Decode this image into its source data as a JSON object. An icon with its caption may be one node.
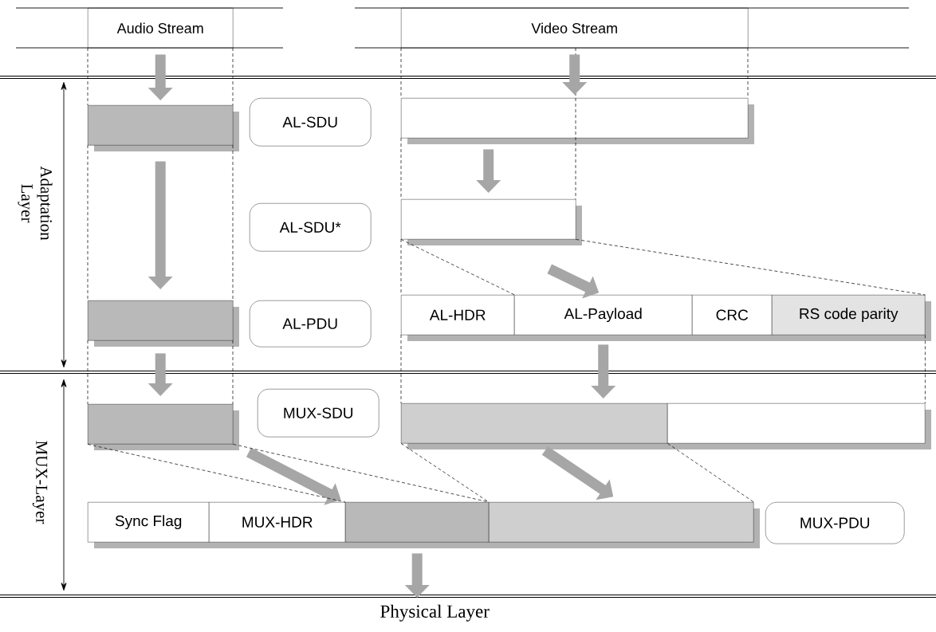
{
  "diagram": {
    "nodes": [
      {
        "text": [
          "Audio Stream"
        ]
      },
      {
        "text": [
          "Video Stream"
        ]
      },
      {
        "text": [],
        "shape": "bar"
      },
      {
        "text": [
          "AL-SDU"
        ]
      },
      {
        "text": [],
        "shape": "bar"
      },
      {
        "text": [
          "AL-SDU*"
        ]
      },
      {
        "text": [],
        "shape": "bar"
      },
      {
        "text": [],
        "shape": "bar"
      },
      {
        "text": [
          "AL-PDU"
        ]
      },
      {
        "text": [
          "AL-HDR"
        ]
      },
      {
        "text": [
          "AL-Payload"
        ]
      },
      {
        "text": [
          "CRC"
        ]
      },
      {
        "text": [
          "RS code parity"
        ]
      },
      {
        "text": [
          "MUX-SDU"
        ]
      },
      {
        "text": [],
        "shape": "bar"
      },
      {
        "text": [],
        "shape": "bar"
      },
      {
        "text": [],
        "shape": "bar"
      },
      {
        "text": [
          "Sync Flag"
        ]
      },
      {
        "text": [
          "MUX-HDR"
        ]
      },
      {
        "text": [],
        "shape": "bar"
      },
      {
        "text": [],
        "shape": "bar"
      },
      {
        "text": [
          "MUX-PDU"
        ]
      },
      {
        "text": [
          "Physical Layer"
        ]
      }
    ],
    "edges": [
      {
        "from": 0,
        "to": 2,
        "arrow": "to"
      },
      {
        "from": 1,
        "to": 4,
        "arrow": "to"
      },
      {
        "from": 2,
        "to": 7,
        "arrow": "to"
      },
      {
        "from": 4,
        "to": 6,
        "arrow": "to"
      },
      {
        "from": 6,
        "to": 10,
        "arrow": "to"
      },
      {
        "from": 7,
        "to": 14,
        "arrow": "to"
      },
      {
        "from": 10,
        "to": 15,
        "arrow": "to"
      },
      {
        "from": 14,
        "to": 19,
        "arrow": "to"
      },
      {
        "from": 15,
        "to": 20,
        "arrow": "to"
      },
      {
        "from": 19,
        "to": 22,
        "arrow": "to"
      },
      {
        "from": 6,
        "to": 9,
        "arrow": "none",
        "style": "dashed",
        "color": "#000000"
      },
      {
        "from": 6,
        "to": 12,
        "arrow": "none",
        "style": "dashed",
        "color": "#000000"
      },
      {
        "from": 14,
        "to": 19,
        "arrow": "none",
        "style": "dashed",
        "color": "#000000"
      },
      {
        "from": 14,
        "to": 19,
        "arrow": "none",
        "style": "dashed",
        "color": "#000000"
      },
      {
        "from": 15,
        "to": 20,
        "arrow": "none",
        "style": "dashed",
        "color": "#000000"
      },
      {
        "from": 15,
        "to": 20,
        "arrow": "none",
        "style": "dashed",
        "color": "#000000"
      },
      {
        "from": 12,
        "to": 16,
        "arrow": "none",
        "style": "dashed",
        "color": "#000000"
      }
    ],
    "labels": [
      "Adaptation Layer",
      "MUX-Layer"
    ]
  }
}
